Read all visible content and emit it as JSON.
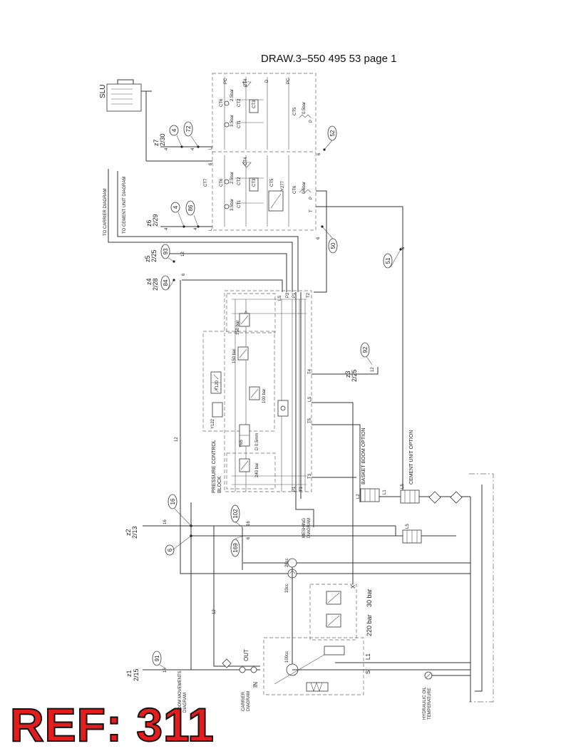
{
  "title": "DRAW.3–550 495 53 page 1",
  "ref_stamp": "REF: 311",
  "labels": {
    "slu": "SLU",
    "to_carrier": "TO CARRIER DIAGRAM",
    "to_cement": "TO CEMENT UNIT DIAGRAM",
    "pressure_control": "PRESSURE CONTROL",
    "block": "BLOCK",
    "meshing": "MESHING",
    "diagram": "DIAGRAM",
    "basket": "BASKET BOOM OPTION",
    "cement_option": "CEMENT UNIT OPTION",
    "hyd1": "HYDRAULIC OIL",
    "hyd2": "TEMPERATURE",
    "carrier1": "CARRIER",
    "carrier2": "DIAGRAM",
    "boom_mov": "BOOM MOVEMENTS",
    "boom_diag": "DIAGRAM",
    "out": "OUT",
    "in": "IN",
    "p220": "220 bar",
    "p30": "30 bar",
    "p150a": "150 bar",
    "p150b": "150 bar",
    "p100": "100 bar",
    "p240": "240 bar",
    "p05": "0.5bar",
    "p06": "0.6bar",
    "p25a": "2.5bar",
    "p25b": "2.5bar",
    "p3a": "3.5bar",
    "p3b": "3.5bar",
    "d05": "D 0.5mm",
    "c100": "100cc",
    "c33": "33cc",
    "c26": "26cc",
    "y120": "Y120",
    "y122": "Y122",
    "y65": "Y65",
    "y277": "Y277",
    "ct1a": "CT1",
    "ct2a": "CT2",
    "ct3a": "CT3",
    "ct4a": "CT4",
    "ct5a": "CT5",
    "ct6a": "CT6",
    "ct7": "CT7",
    "ct1b": "CT1",
    "ct2b": "CT2",
    "ct3b": "CT3",
    "ct4b": "CT4",
    "ct5b": "CT5",
    "ct6b": "CT6",
    "l": "L",
    "s": "S",
    "l1": "L1",
    "l2": "L2",
    "l5a": "L5",
    "l5b": "L5",
    "p1": "P1",
    "t1": "T1",
    "t2": "T2",
    "t3": "T3",
    "t4": "T4",
    "t5": "T5",
    "ls": "LS",
    "ls1": "LS",
    "p2": "P2",
    "x": "X",
    "pc": "PC",
    "d": "D",
    "p": "P",
    "t": "T"
  },
  "zones": [
    {
      "zone": "z7",
      "ref": "2/30"
    },
    {
      "zone": "z6",
      "ref": "2/29"
    },
    {
      "zone": "z5",
      "ref": "2/25"
    },
    {
      "zone": "z4",
      "ref": "2/28"
    },
    {
      "zone": "z3",
      "ref": "2/25"
    },
    {
      "zone": "z2",
      "ref": "2/13"
    },
    {
      "zone": "z1",
      "ref": "2/15"
    }
  ],
  "bubbles": [
    "72",
    "4",
    "86",
    "4",
    "93",
    "84",
    "52",
    "50",
    "51",
    "92",
    "16",
    "6",
    "102",
    "169",
    "91"
  ],
  "wire_numbers": [
    "4",
    "4",
    "4",
    "4",
    "12",
    "6",
    "6",
    "6",
    "6",
    "12",
    "12",
    "16",
    "16",
    "6",
    "12",
    "16"
  ]
}
